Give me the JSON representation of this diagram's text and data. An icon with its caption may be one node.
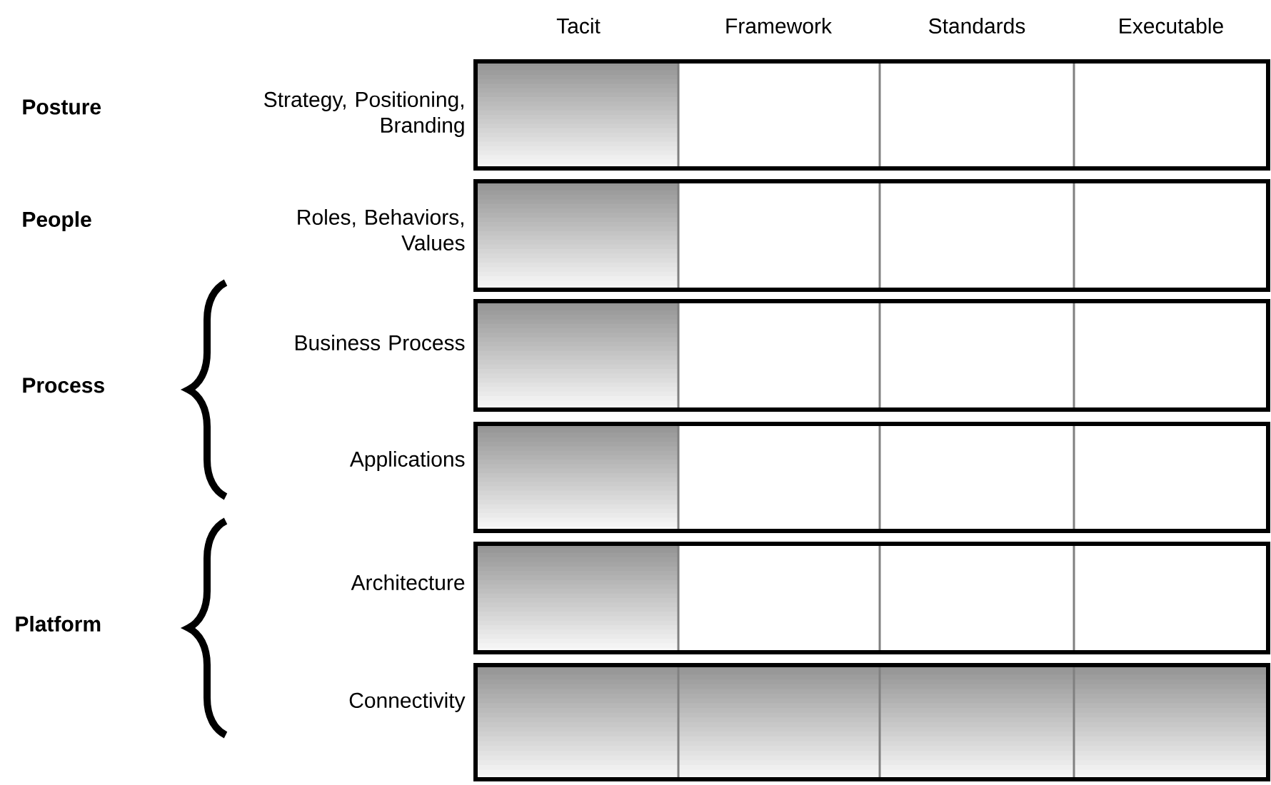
{
  "diagram": {
    "labels": [
      "Tacit",
      "Framework",
      "Standards",
      "Executable",
      "Posture",
      "Strategy, Positioning, Branding",
      "People",
      "Roles, Behaviors, Values",
      "Business Process",
      "Process",
      "Applications",
      "Architecture",
      "Platform",
      "Connectivity"
    ]
  }
}
